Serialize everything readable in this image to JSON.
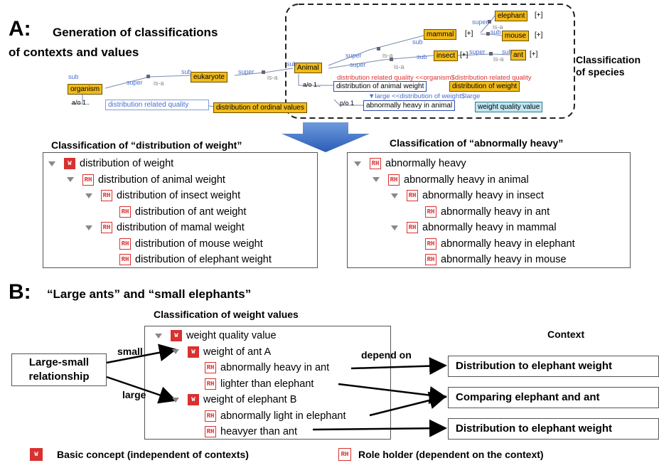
{
  "panelA": {
    "letter": "A:",
    "heading_line1": "Generation of classifications",
    "heading_line2": "of contexts and values",
    "species_label_line1": "Classification",
    "species_label_line2": "of species",
    "nodes": {
      "organism": "organism",
      "eukaryote": "eukaryote",
      "animal": "Animal",
      "mammal": "mammal",
      "insect": "insect",
      "elephant": "elephant",
      "mouse": "mouse",
      "ant": "ant",
      "distribution_of_weight": "distribution of weight",
      "weight_quality_value": "weight quality value",
      "distribution_of_ordinal_values": "distribution of ordinal values"
    },
    "boxes": {
      "distribution_related_quality": "distribution related quality",
      "distribution_of_animal_weight": "distribution of animal weight",
      "abnormally_heavy_in_animal": "abnormally heavy in animal"
    },
    "plus": "[+]",
    "labels": {
      "sub": "sub",
      "super": "super",
      "isa": "is-a",
      "ao1": "a/o 1..",
      "po1": "p/o 1",
      "red_relation": "distribution related quality <<organism$distribution related quality",
      "blue_relation": "▼large <<distribution of weight$large"
    }
  },
  "treeDistribution": {
    "title": "Classification of “distribution of weight”",
    "items": [
      {
        "label": "distribution of weight",
        "level": 0,
        "icon": "W",
        "expander": true
      },
      {
        "label": "distribution of animal weight",
        "level": 1,
        "icon": "R",
        "expander": true
      },
      {
        "label": "distribution of insect weight",
        "level": 2,
        "icon": "R",
        "expander": true
      },
      {
        "label": "distribution of ant weight",
        "level": 3,
        "icon": "R",
        "expander": false
      },
      {
        "label": "distribution of mamal weight",
        "level": 2,
        "icon": "R",
        "expander": true
      },
      {
        "label": "distribution of mouse weight",
        "level": 3,
        "icon": "R",
        "expander": false
      },
      {
        "label": "distribution of elephant weight",
        "level": 3,
        "icon": "R",
        "expander": false
      }
    ]
  },
  "treeAbnormal": {
    "title": "Classification of “abnormally heavy”",
    "items": [
      {
        "label": "abnormally heavy",
        "level": 0,
        "icon": "R",
        "expander": true
      },
      {
        "label": "abnormally heavy in animal",
        "level": 1,
        "icon": "R",
        "expander": true
      },
      {
        "label": "abnormally heavy in insect",
        "level": 2,
        "icon": "R",
        "expander": true
      },
      {
        "label": "abnormally heavy in ant",
        "level": 3,
        "icon": "R",
        "expander": false
      },
      {
        "label": "abnormally heavy in mammal",
        "level": 2,
        "icon": "R",
        "expander": true
      },
      {
        "label": "abnormally heavy in elephant",
        "level": 3,
        "icon": "R",
        "expander": false
      },
      {
        "label": "abnormally heavy in mouse",
        "level": 3,
        "icon": "R",
        "expander": false
      }
    ]
  },
  "panelB": {
    "letter": "B:",
    "heading": "“Large ants” and “small elephants”",
    "tree_title": "Classification of weight values",
    "context_header": "Context",
    "relationship_line1": "Large-small",
    "relationship_line2": "relationship",
    "small": "small",
    "large": "large",
    "depend_on": "depend on",
    "items": [
      {
        "label": "weight quality value",
        "level": 0,
        "icon": "W",
        "expander": true
      },
      {
        "label": "weight of ant A",
        "level": 1,
        "icon": "W",
        "expander": true
      },
      {
        "label": "abnormally heavy in ant",
        "level": 2,
        "icon": "R",
        "expander": false
      },
      {
        "label": "lighter than elephant",
        "level": 2,
        "icon": "R",
        "expander": false
      },
      {
        "label": "weight of elephant B",
        "level": 1,
        "icon": "W",
        "expander": true
      },
      {
        "label": "abnormally light in elephant",
        "level": 2,
        "icon": "R",
        "expander": false
      },
      {
        "label": "heavyer than ant",
        "level": 2,
        "icon": "R",
        "expander": false
      }
    ],
    "contexts": [
      "Distribution to elephant weight",
      "Comparing elephant and ant",
      "Distribution to elephant weight"
    ]
  },
  "legend": {
    "basic": "Basic concept (independent of contexts)",
    "role": "Role holder (dependent on the context)"
  },
  "colors": {
    "node_fill": "#f2bb1a",
    "icon_red": "#d93030",
    "arrow_blue": "#2f67c8",
    "relation_red": "#d33333",
    "relation_blue": "#4a6fd0"
  },
  "icons": {
    "basic_concept": "basic-concept-icon",
    "role_holder": "role-holder-icon",
    "expander": "expander-triangle-icon"
  }
}
